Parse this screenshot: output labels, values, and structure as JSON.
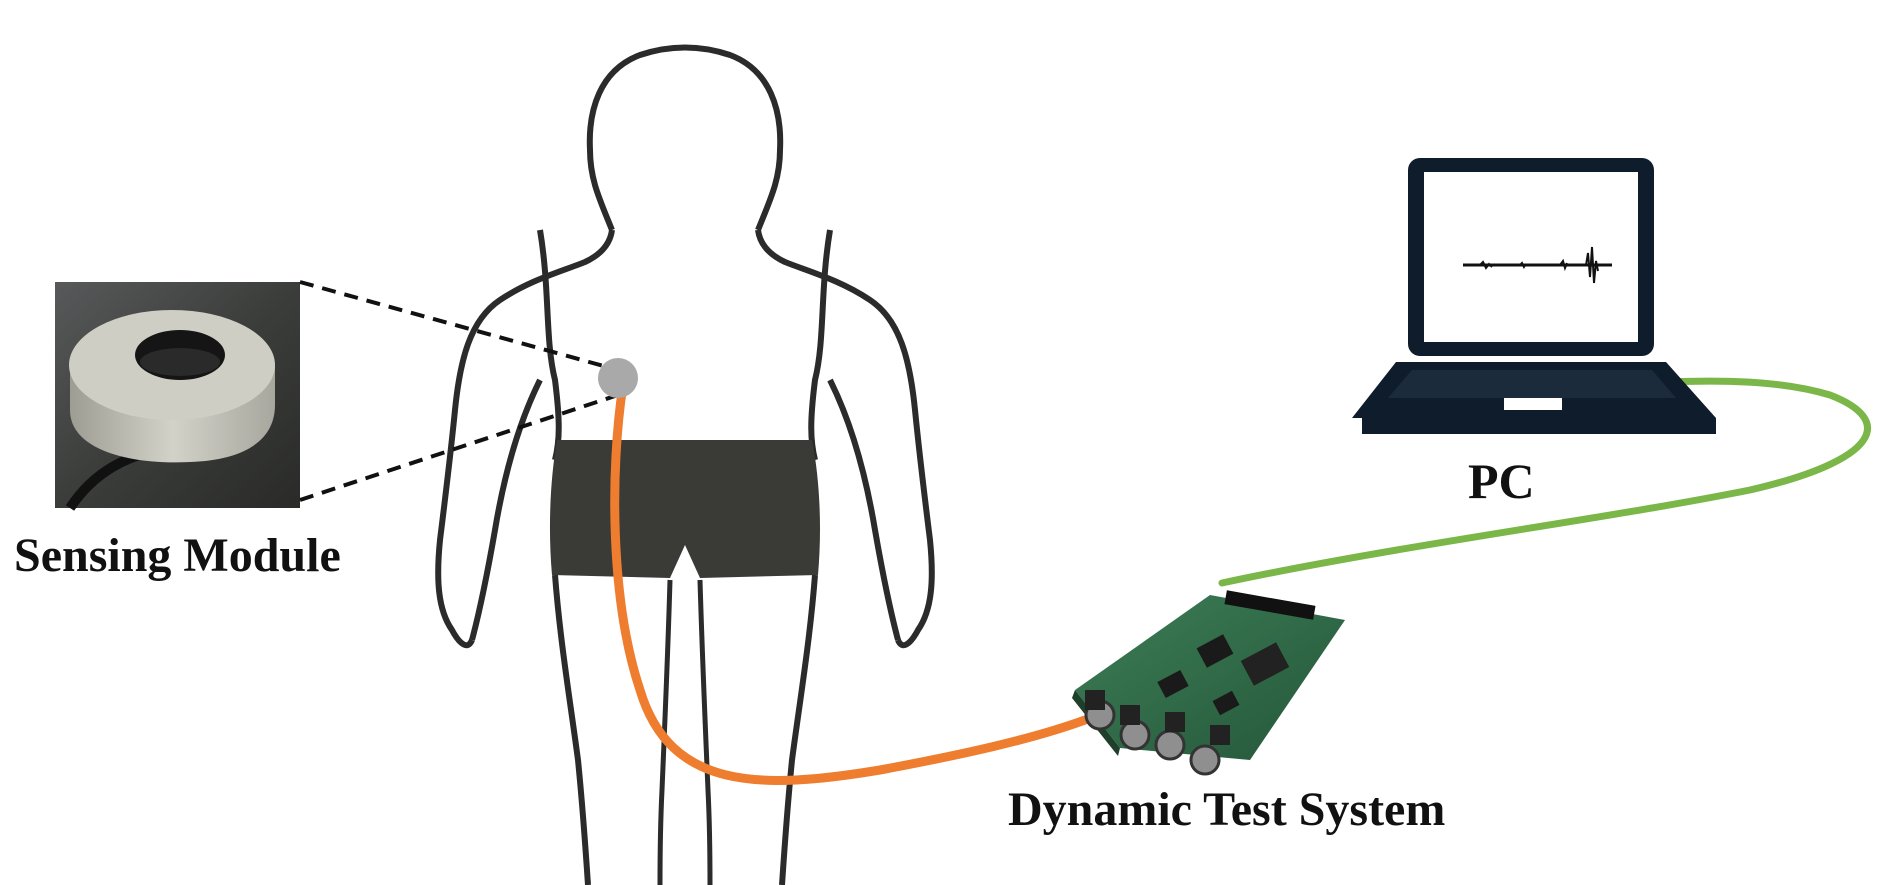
{
  "labels": {
    "sensing_module": "Sensing Module",
    "pc": "PC",
    "dynamic_test_system": "Dynamic Test System"
  },
  "colors": {
    "body_outline": "#2b2b2b",
    "shorts": "#3a3a36",
    "sensor_dot": "#a9a9a9",
    "cable_orange": "#ef7d30",
    "cable_green": "#7ab648",
    "laptop": "#0f1c2b",
    "board": "#2f6b45",
    "photo_bg": "#3d3f3c",
    "ring": "#c9c8bf"
  },
  "icons": {
    "body": "human-body-back-silhouette",
    "sensor": "sensor-dot",
    "laptop": "laptop-icon",
    "board": "daq-board",
    "photo": "sensing-module-photo"
  }
}
